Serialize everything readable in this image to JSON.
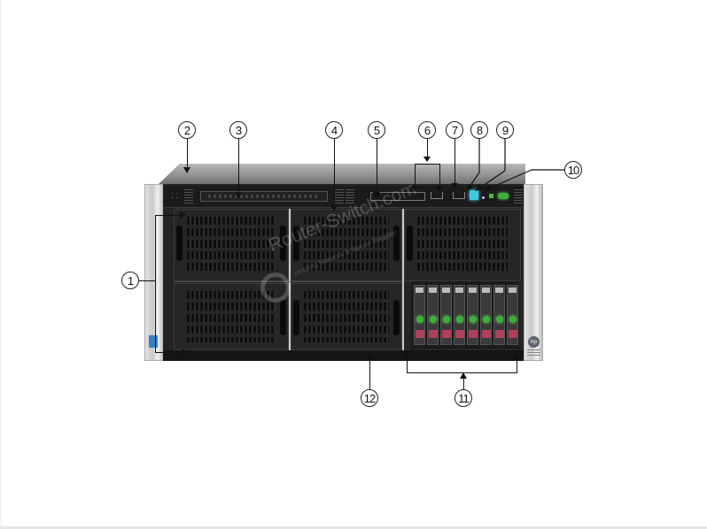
{
  "figure": {
    "subject": "Server front panel with numbered component callouts",
    "callouts": [
      {
        "id": 1,
        "label": "1"
      },
      {
        "id": 2,
        "label": "2"
      },
      {
        "id": 3,
        "label": "3"
      },
      {
        "id": 4,
        "label": "4"
      },
      {
        "id": 5,
        "label": "5"
      },
      {
        "id": 6,
        "label": "6"
      },
      {
        "id": 7,
        "label": "7"
      },
      {
        "id": 8,
        "label": "8"
      },
      {
        "id": 9,
        "label": "9"
      },
      {
        "id": 10,
        "label": "10"
      },
      {
        "id": 11,
        "label": "11"
      },
      {
        "id": 12,
        "label": "12"
      }
    ],
    "watermark": {
      "text": "Router-Switch.com",
      "subtext": "Leading Network & Server Supplier"
    },
    "badges": {
      "right_ear_logo": "hp"
    },
    "drive_bays": 8,
    "colors": {
      "background": "#ffffff",
      "chassis": "#242424",
      "uid_led": "#3fc8df",
      "power_led": "#3fae3a",
      "drive_release": "#b0405a",
      "rack_ear": "#d4d4d4"
    }
  }
}
